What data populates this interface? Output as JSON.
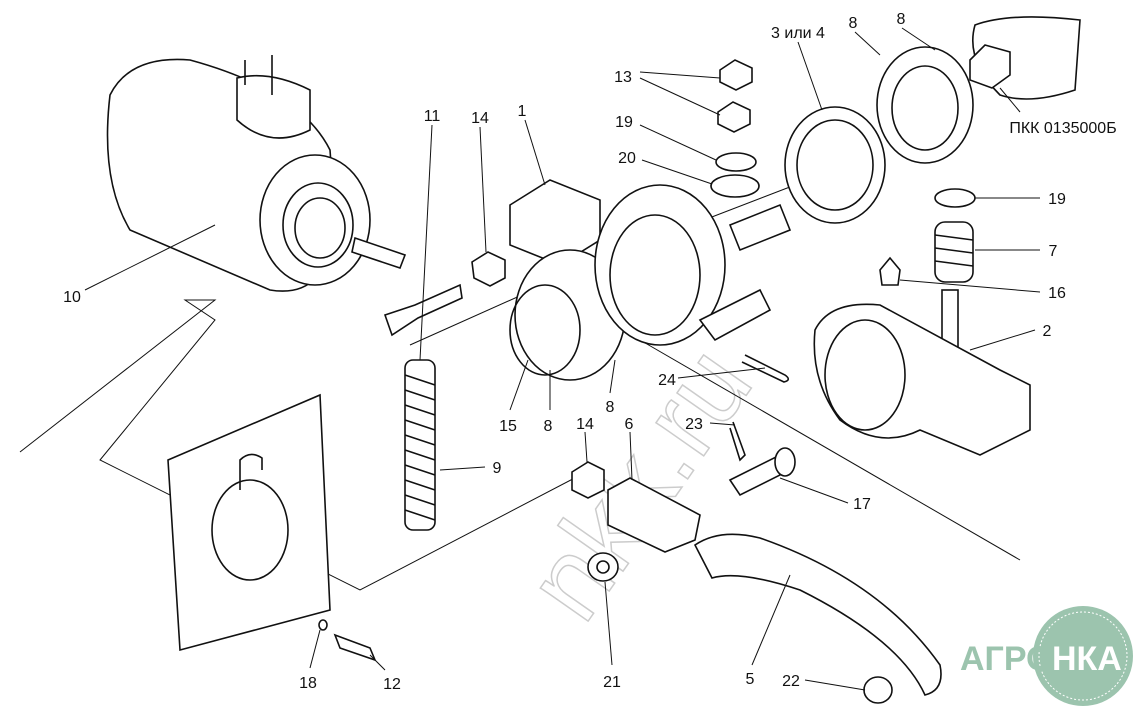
{
  "diagram": {
    "part_code": "ПКК 0135000Б",
    "labels": {
      "p1": "1",
      "p2": "2",
      "p3or4": "3 или 4",
      "p5": "5",
      "p6": "6",
      "p7": "7",
      "p8a": "8",
      "p8b": "8",
      "p8c": "8",
      "p8d": "8",
      "p9": "9",
      "p10": "10",
      "p11": "11",
      "p12": "12",
      "p13": "13",
      "p14a": "14",
      "p14b": "14",
      "p15": "15",
      "p16": "16",
      "p17": "17",
      "p18": "18",
      "p19a": "19",
      "p19b": "19",
      "p20": "20",
      "p21": "21",
      "p22": "22",
      "p23": "23",
      "p24": "24"
    }
  },
  "watermark": "nkk.ru",
  "logo": {
    "left": "АГРО",
    "right": "НКА",
    "color": "#9cc4ae"
  }
}
